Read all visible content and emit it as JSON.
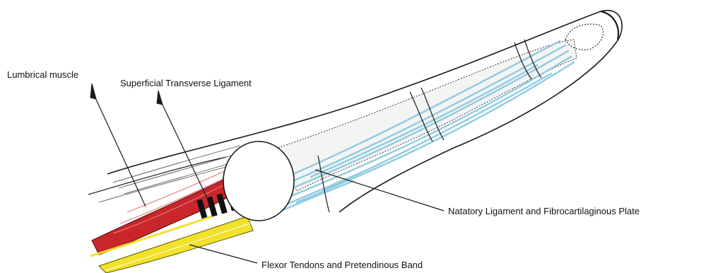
{
  "labels": {
    "lumbrical": "Lumbrical muscle",
    "superficial": "Superficial Transverse Ligament",
    "natatory": "Natatory Ligament and Fibrocartilaginous Plate",
    "flexor": "Flexor Tendons and Pretendinous Band"
  },
  "colors": {
    "muscle": "#c8262b",
    "tendon": "#f2e22a",
    "ligament": "#8fcbe0",
    "outline": "#1a1a1a"
  }
}
